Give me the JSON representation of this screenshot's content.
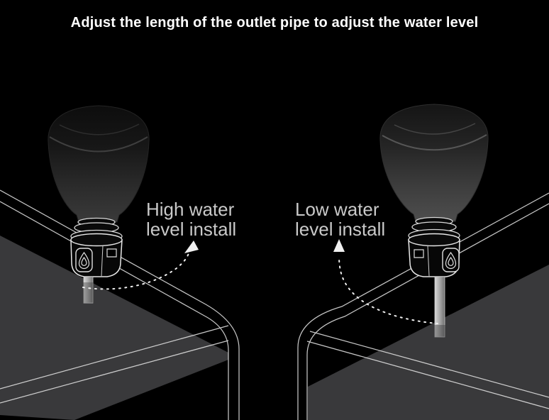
{
  "title": "Adjust the length of the outlet pipe to adjust the water level",
  "figures": {
    "left": {
      "name": "high-water-level-install",
      "label_line1": "High water",
      "label_line2": "level install"
    },
    "right": {
      "name": "low-water-level-install",
      "label_line1": "Low water",
      "label_line2": "level install"
    }
  },
  "icons": {
    "valve_badge": "water-drop-icon"
  },
  "colors": {
    "background": "#000000",
    "title_text": "#ffffff",
    "label_text": "#c9c9c9",
    "water_surface": "#39393b",
    "tank_line": "#e6e6e6",
    "arrow": "#f0f0f0",
    "pipe": "#b5b5b5"
  }
}
